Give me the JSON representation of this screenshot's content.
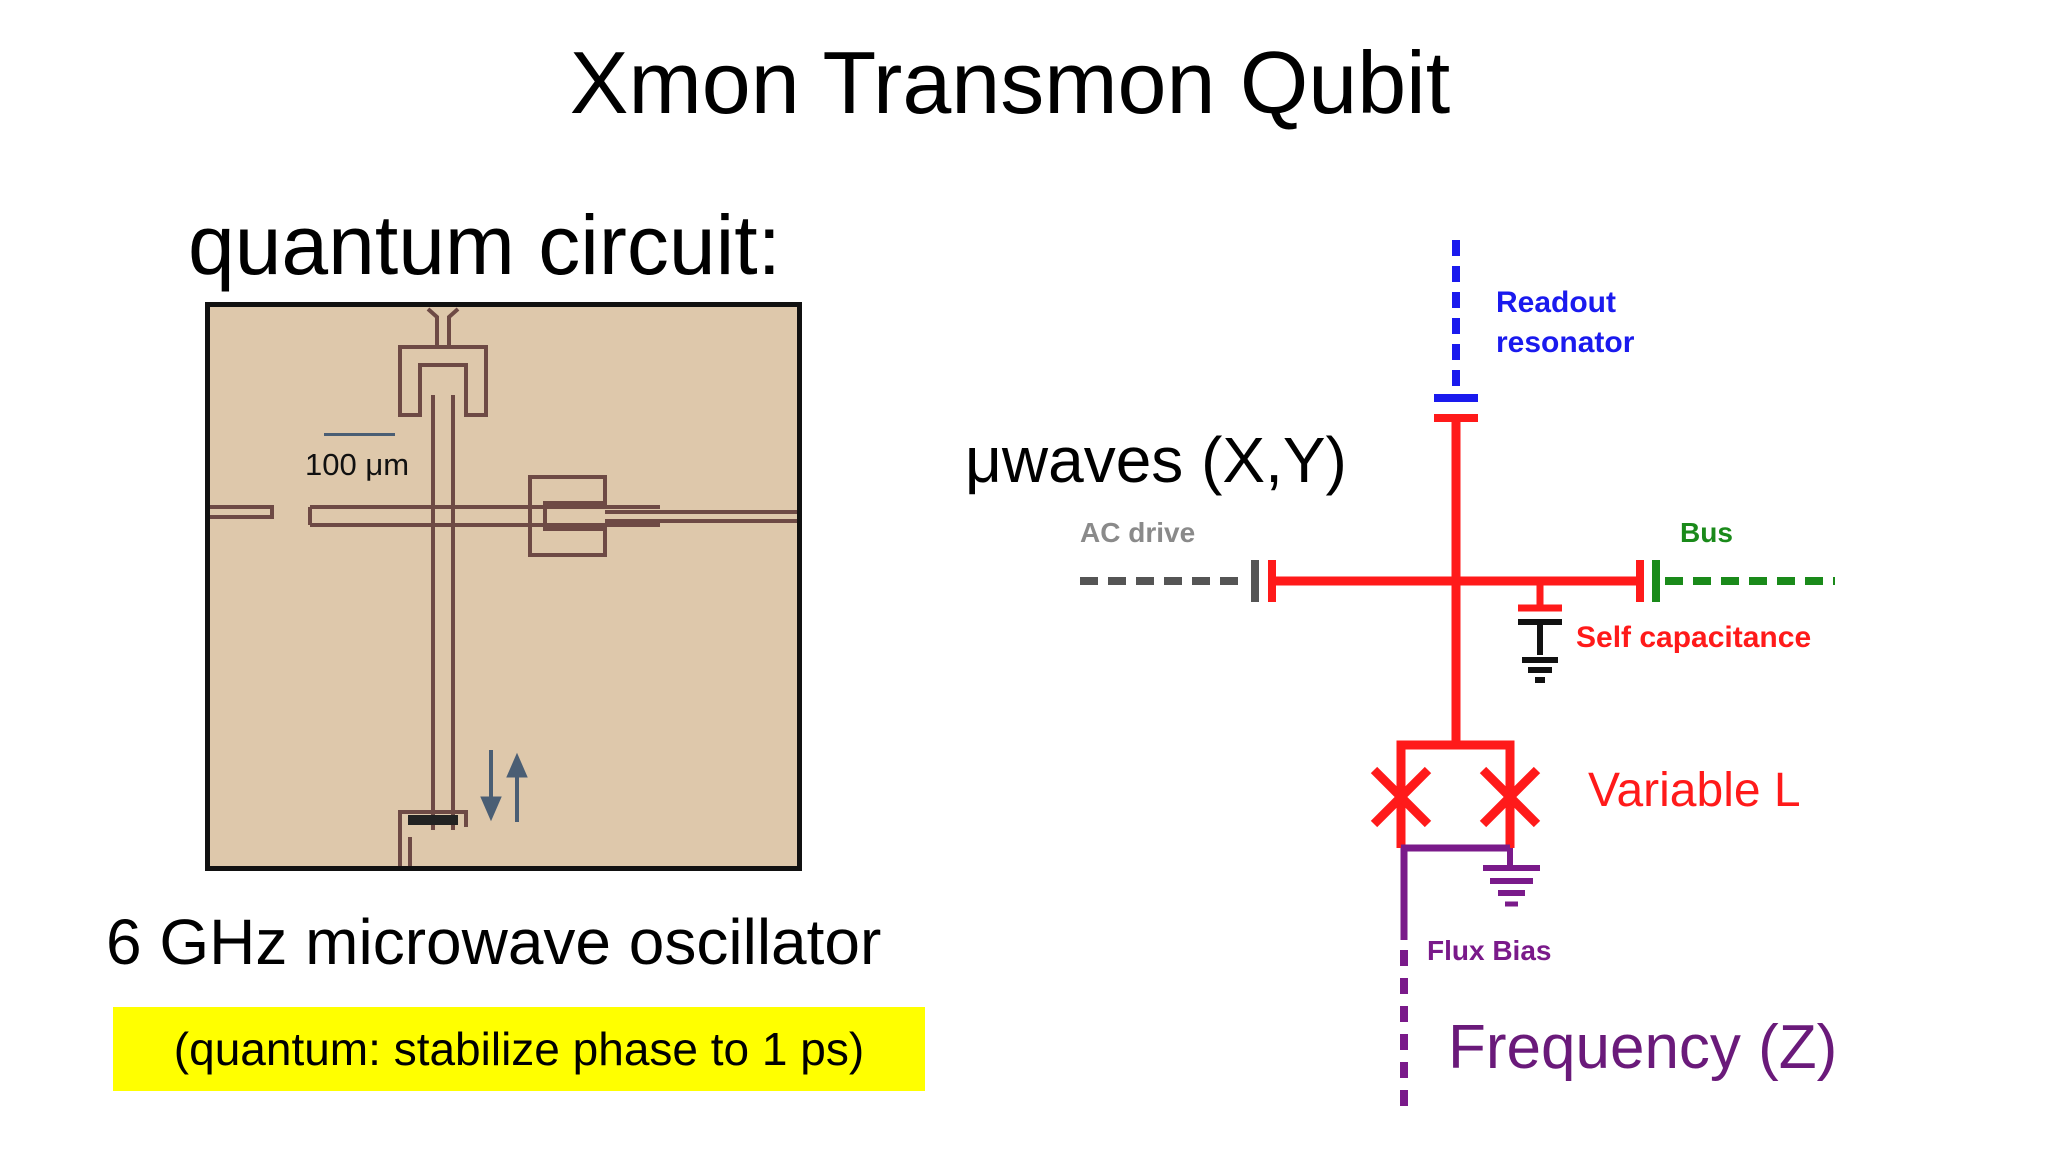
{
  "title": "Xmon Transmon Qubit",
  "circuit_heading": "quantum circuit:",
  "micrograph": {
    "scale_label": "100 μm"
  },
  "oscillator_label": "6 GHz microwave oscillator",
  "quantum_note": "(quantum: stabilize phase to 1 ps)",
  "schematic": {
    "microwaves_label": "μwaves (X,Y)",
    "readout_label_line1": "Readout",
    "readout_label_line2": "resonator",
    "ac_drive_label": "AC drive",
    "bus_label": "Bus",
    "self_capacitance_label": "Self capacitance",
    "variable_l_label": "Variable L",
    "flux_bias_label": "Flux Bias",
    "frequency_label": "Frequency (Z)",
    "colors": {
      "readout": "#1a1aee",
      "ac_drive": "#555555",
      "ac_drive_label": "#8a8a8a",
      "bus": "#1a8a1a",
      "qubit": "#ff1a1a",
      "flux": "#7a1a8a",
      "ground": "#111111"
    }
  }
}
